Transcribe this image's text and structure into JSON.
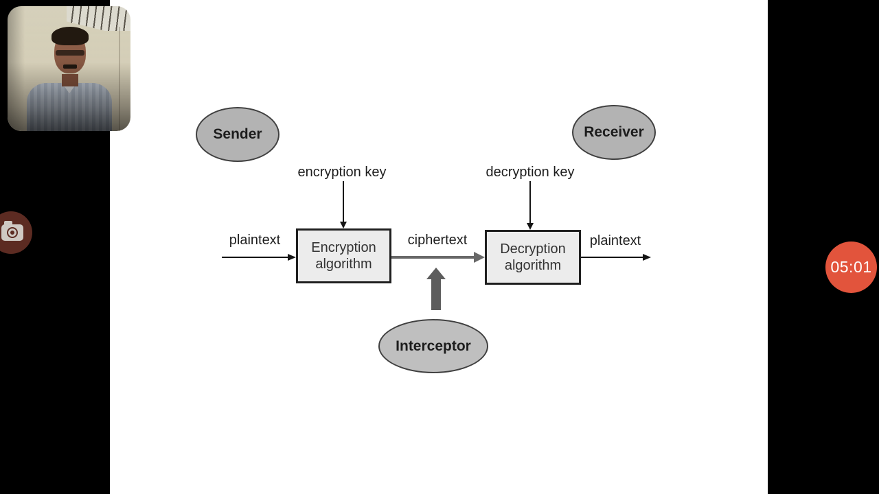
{
  "overlay": {
    "timer_value": "05:01",
    "timer_color": "#e2543c",
    "camera_button_color": "#5c2b22",
    "icons": {
      "camera": "camera-icon"
    }
  },
  "diagram": {
    "sender_label": "Sender",
    "receiver_label": "Receiver",
    "interceptor_label": "Interceptor",
    "encryption_key_label": "encryption key",
    "decryption_key_label": "decryption key",
    "plaintext_in_label": "plaintext",
    "ciphertext_label": "ciphertext",
    "plaintext_out_label": "plaintext",
    "encryption_box": {
      "line1": "Encryption",
      "line2": "algorithm"
    },
    "decryption_box": {
      "line1": "Decryption",
      "line2": "algorithm"
    },
    "colors": {
      "node_fill": "#b3b3b3",
      "node_border": "#404040",
      "box_fill": "#ececec",
      "box_border": "#1f1f1f",
      "cipher_channel": "#686868",
      "interceptor_arrow": "#5d5d5d",
      "text": "#1e1e1e",
      "slide_background": "#ffffff",
      "letterbox": "#000000"
    }
  }
}
